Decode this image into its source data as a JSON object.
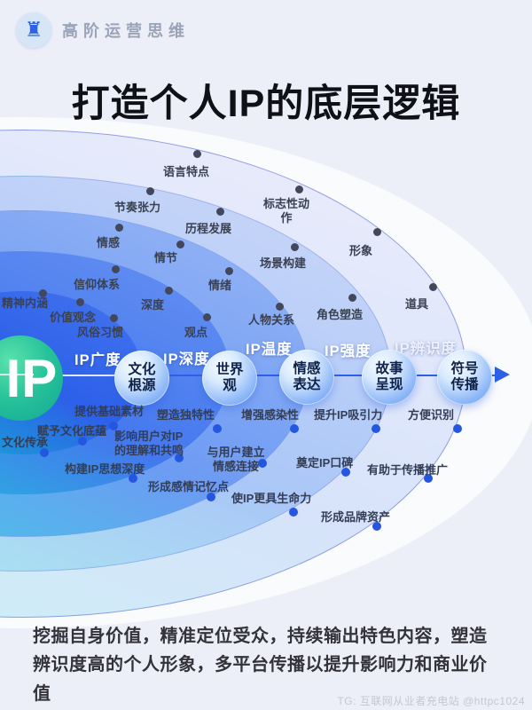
{
  "header": {
    "brand": "高阶运营思维",
    "brand_icon": "chess-rook"
  },
  "title": "打造个人IP的底层逻辑",
  "diagram": {
    "center": "IP",
    "bands": [
      "IP广度",
      "IP深度",
      "IP温度",
      "IP强度",
      "IP辨识度"
    ],
    "nodes": [
      "文化\n根源",
      "世界\n观",
      "情感\n表达",
      "故事\n呈现",
      "符号\n传播"
    ],
    "upper": [
      "精神内涵",
      "价值观念",
      "风俗习惯",
      "信仰体系",
      "深度",
      "观点",
      "情感",
      "情节",
      "情绪",
      "人物关系",
      "节奏张力",
      "历程发展",
      "场景构建",
      "角色塑造",
      "语言特点",
      "标志性动\n作",
      "形象",
      "道具"
    ],
    "lower": [
      "提供基础素材",
      "赋予文化底蕴",
      "文化传承",
      "塑造独特性",
      "影响用户对IP\n的理解和共鸣",
      "构建IP思想深度",
      "增强感染性",
      "与用户建立\n情感连接",
      "形成感情记忆点",
      "提升IP吸引力",
      "奠定IP口碑",
      "使IP更具生命力",
      "方便识别",
      "有助于传播推广",
      "形成品牌资产"
    ],
    "colors": {
      "axis": "#2d5fe8",
      "center_circle": "#1db894",
      "upper_dot": "#42485a",
      "lower_dot": "#2456e0",
      "inner_band": "#2d60e9",
      "outer_band": "#d7e3fa"
    }
  },
  "summary": "挖掘自身价值，精准定位受众，持续输出特色内容，塑造辨识度高的个人形象，多平台传播以提升影响力和商业价值",
  "watermark": "TG: 互联网从业者充电站 @httpc1024"
}
